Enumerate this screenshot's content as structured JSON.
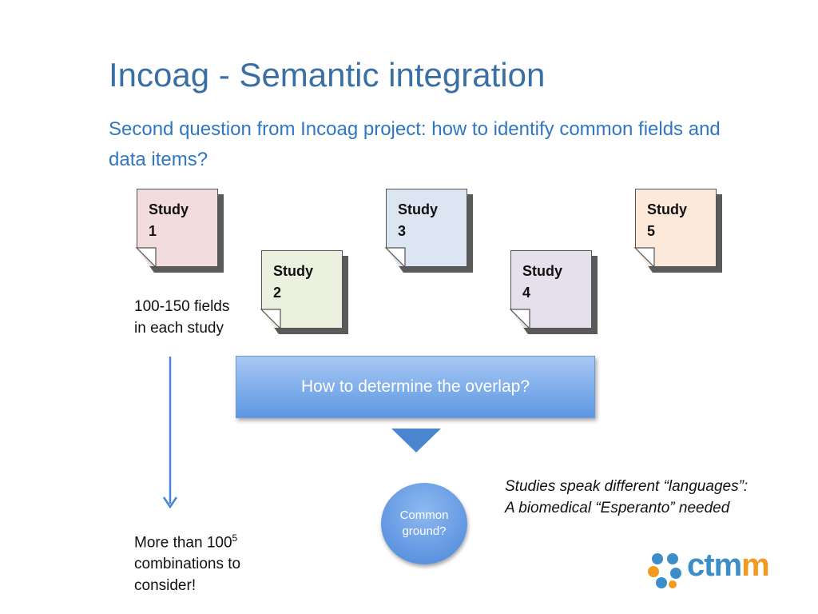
{
  "slide": {
    "title": "Incoag - Semantic integration",
    "subtitle": "Second question from Incoag project: how to identify common fields and data items?"
  },
  "studies": [
    {
      "label": "Study\n1",
      "color": "#f2dcdd"
    },
    {
      "label": "Study\n2",
      "color": "#ebf1de"
    },
    {
      "label": "Study\n3",
      "color": "#dce6f2"
    },
    {
      "label": "Study\n4",
      "color": "#e5e0ec"
    },
    {
      "label": "Study\n5",
      "color": "#fde9d9"
    }
  ],
  "fields_note": "100-150 fields\nin each study",
  "combinations_note": {
    "prefix": "More than 100",
    "superscript": "5",
    "suffix": "combinations to\nconsider!"
  },
  "question_box": "How to determine the overlap?",
  "common_ground": "Common\nground?",
  "languages_note": "Studies speak different “languages”:\nA biomedical “Esperanto” needed",
  "logo": {
    "text_main": "ctm",
    "text_accent": "m",
    "main_color": "#3c8ec8",
    "accent_color": "#f39a1e"
  },
  "colors": {
    "title": "#3a6fa4",
    "subtitle": "#2f77c4",
    "arrow": "#4a86d0"
  }
}
